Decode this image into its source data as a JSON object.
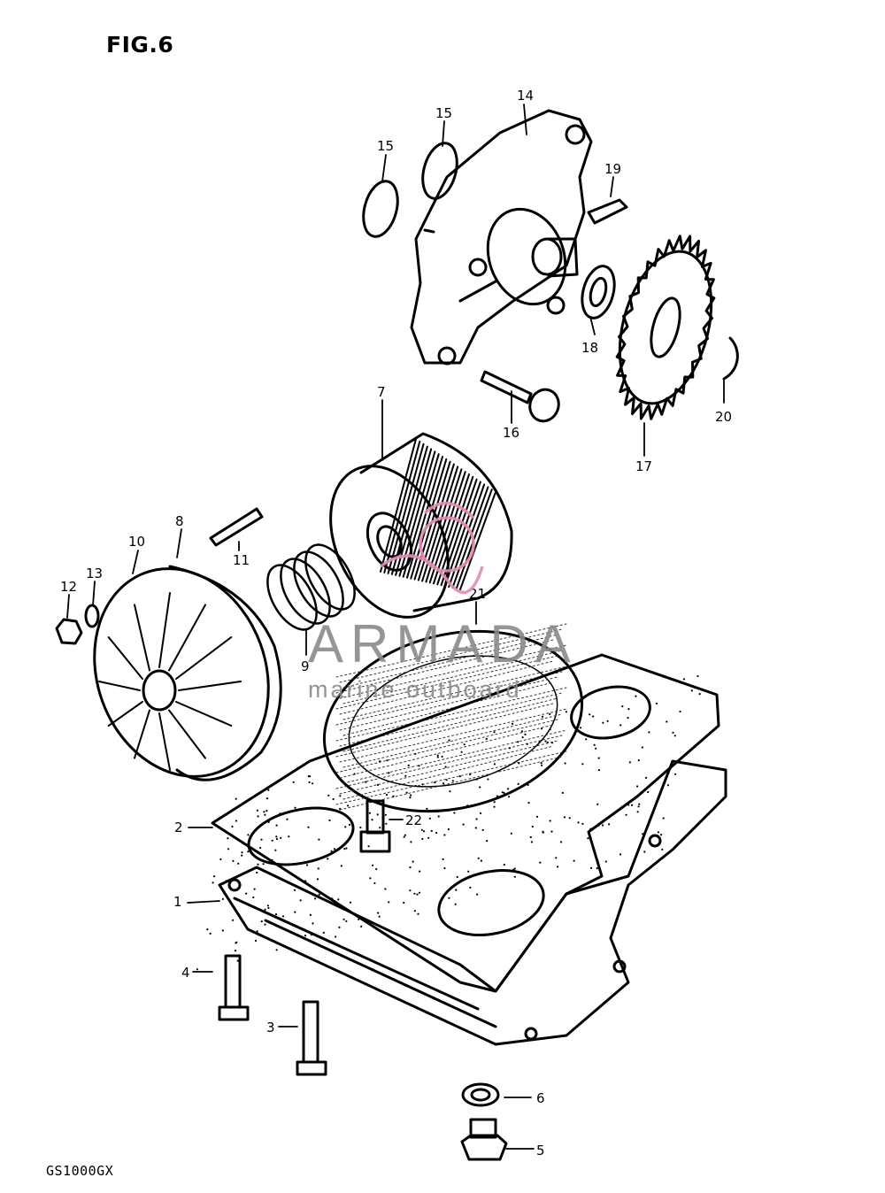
{
  "figure": {
    "title": "FIG.6",
    "model": "GS1000GX"
  },
  "callouts": [
    {
      "id": "c1",
      "label": "1"
    },
    {
      "id": "c2",
      "label": "2"
    },
    {
      "id": "c3",
      "label": "3"
    },
    {
      "id": "c4",
      "label": "4"
    },
    {
      "id": "c5",
      "label": "5"
    },
    {
      "id": "c6",
      "label": "6"
    },
    {
      "id": "c7",
      "label": "7"
    },
    {
      "id": "c8",
      "label": "8"
    },
    {
      "id": "c9",
      "label": "9"
    },
    {
      "id": "c10",
      "label": "10"
    },
    {
      "id": "c11",
      "label": "11"
    },
    {
      "id": "c12",
      "label": "12"
    },
    {
      "id": "c13",
      "label": "13"
    },
    {
      "id": "c14",
      "label": "14"
    },
    {
      "id": "c15a",
      "label": "15"
    },
    {
      "id": "c15b",
      "label": "15"
    },
    {
      "id": "c16",
      "label": "16"
    },
    {
      "id": "c17",
      "label": "17"
    },
    {
      "id": "c18",
      "label": "18"
    },
    {
      "id": "c19",
      "label": "19"
    },
    {
      "id": "c20",
      "label": "20"
    },
    {
      "id": "c21",
      "label": "21"
    },
    {
      "id": "c22",
      "label": "22"
    }
  ],
  "watermark": {
    "brand": "ARMADA",
    "tagline": "marine outboard",
    "color": "#e58ab4"
  }
}
